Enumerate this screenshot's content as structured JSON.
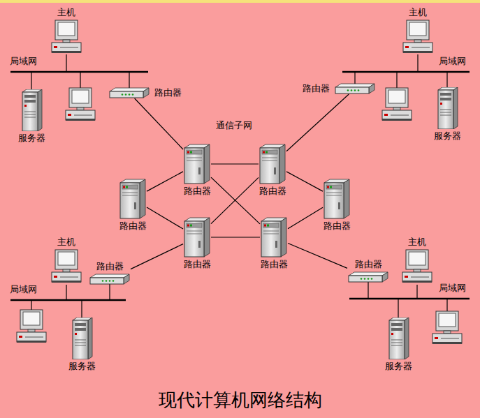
{
  "diagram": {
    "caption": "现代计算机网络结构",
    "nodes": [
      {
        "text": [
          "主机"
        ]
      },
      {
        "text": [
          "主机"
        ]
      },
      {
        "text": [
          "路由器"
        ]
      },
      {
        "text": [
          "路由器"
        ]
      },
      {
        "text": [
          "服务器"
        ]
      },
      {
        "text": [
          "服务器"
        ]
      },
      {
        "text": [
          "通信子网"
        ]
      },
      {
        "text": [
          "路由器"
        ],
        "in": 6
      },
      {
        "text": [
          "路由器"
        ],
        "in": 6
      },
      {
        "text": [
          "路由器"
        ],
        "in": 6
      },
      {
        "text": [
          "路由器"
        ],
        "in": 6
      },
      {
        "text": [
          "路由器"
        ],
        "in": 6
      },
      {
        "text": [
          "路由器"
        ],
        "in": 6
      },
      {
        "text": [
          "主机"
        ]
      },
      {
        "text": [
          "路由器"
        ]
      },
      {
        "text": [
          "主机"
        ]
      },
      {
        "text": [
          "路由器"
        ]
      },
      {
        "text": [
          "服务器"
        ]
      },
      {
        "text": [
          "服务器"
        ]
      }
    ],
    "edges": [
      {
        "from": 2,
        "to": 7,
        "arrow": "none"
      },
      {
        "from": 3,
        "to": 8,
        "arrow": "none"
      },
      {
        "from": 14,
        "to": 11,
        "arrow": "none"
      },
      {
        "from": 16,
        "to": 12,
        "arrow": "none"
      },
      {
        "from": 7,
        "to": 8,
        "arrow": "none"
      },
      {
        "from": 11,
        "to": 12,
        "arrow": "none"
      },
      {
        "from": 7,
        "to": 12,
        "arrow": "none"
      },
      {
        "from": 8,
        "to": 11,
        "arrow": "none"
      },
      {
        "from": 9,
        "to": 7,
        "arrow": "none"
      },
      {
        "from": 9,
        "to": 11,
        "arrow": "none"
      },
      {
        "from": 10,
        "to": 8,
        "arrow": "none"
      },
      {
        "from": 10,
        "to": 12,
        "arrow": "none"
      }
    ],
    "labels": [
      "局域网",
      "局域网",
      "局域网",
      "局域网"
    ]
  }
}
